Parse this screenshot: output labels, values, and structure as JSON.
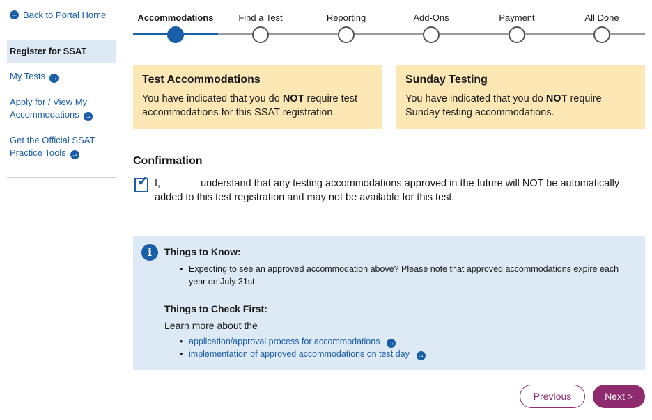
{
  "sidebar": {
    "back_link": "Back to Portal Home",
    "active_item": "Register for SSAT",
    "items": [
      {
        "label": "My Tests"
      },
      {
        "label_line1": "Apply for / View My",
        "label_line2": "Accommodations"
      },
      {
        "label_line1": "Get the Official SSAT",
        "label_line2": "Practice Tools"
      }
    ]
  },
  "stepper": {
    "steps": [
      "Accommodations",
      "Find a Test",
      "Reporting",
      "Add-Ons",
      "Payment",
      "All Done"
    ],
    "active_index": 0
  },
  "cards": [
    {
      "title": "Test Accommodations",
      "text_pre": "You have indicated that you do ",
      "text_bold": "NOT",
      "text_post": " require test accommodations for this SSAT registration."
    },
    {
      "title": "Sunday Testing",
      "text_pre": "You have indicated that you do ",
      "text_bold": "NOT",
      "text_post": " require Sunday testing accommodations."
    }
  ],
  "confirmation": {
    "heading": "Confirmation",
    "checked": true,
    "text_pre": "I,",
    "text_post": "understand that any testing accommodations approved in the future will NOT be automatically added to this test registration and may not be available for this test."
  },
  "info": {
    "things_to_know_heading": "Things to Know:",
    "things_to_know_items": [
      "Expecting to see an approved accommodation above? Please note that approved accommodations expire each year on July 31st"
    ],
    "check_first_heading": "Things to Check First:",
    "learn_more": "Learn more about the",
    "links": [
      "application/approval process for accommodations",
      "implementation of approved accommodations on test day"
    ]
  },
  "buttons": {
    "previous": "Previous",
    "next": "Next >"
  },
  "colors": {
    "brand_blue": "#1a5ea8",
    "card_yellow": "#fde8b5",
    "info_blue": "#dde9f4",
    "button_purple": "#8e2a6e"
  }
}
